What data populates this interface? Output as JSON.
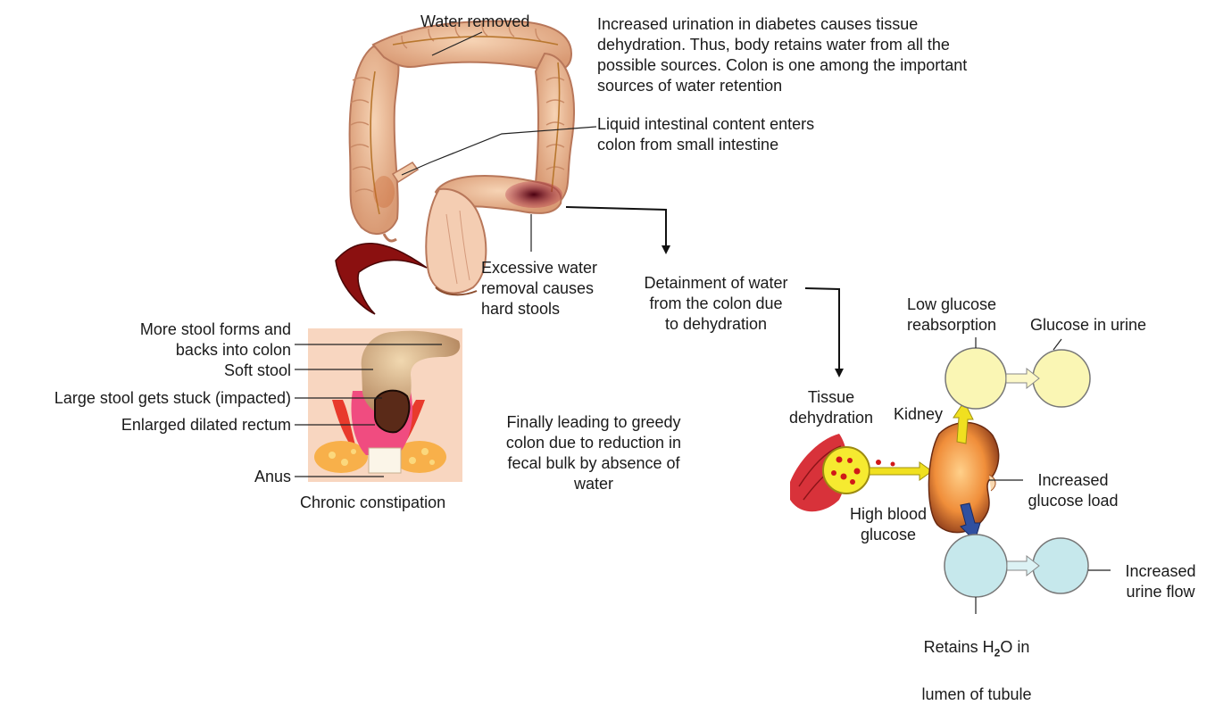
{
  "labels": {
    "water_removed": "Water removed",
    "diabetes_note": "Increased urination in diabetes causes tissue\ndehydration. Thus, body retains water from all the\npossible sources. Colon is one among the important\nsources of water retention",
    "liquid_content": "Liquid intestinal content enters\ncolon from small intestine",
    "excessive_water": "Excessive water\nremoval causes\nhard stools",
    "detainment": "Detainment of water\nfrom the colon due\nto dehydration",
    "more_stool": "More stool forms and\nbacks into colon",
    "soft_stool": "Soft stool",
    "large_stool": "Large stool gets stuck (impacted)",
    "enlarged_rectum": "Enlarged dilated rectum",
    "anus": "Anus",
    "chronic_constipation": "Chronic constipation",
    "greedy_colon": "Finally leading to greedy\ncolon due to reduction in\nfecal bulk by absence of\nwater",
    "low_glucose": "Low glucose\nreabsorption",
    "glucose_urine": "Glucose in urine",
    "tissue_dehydration": "Tissue\ndehydration",
    "kidney": "Kidney",
    "increased_glucose_load": "Increased\nglucose load",
    "high_blood_glucose": "High blood\nglucose",
    "increased_urine_flow": "Increased\nurine flow",
    "retains_prefix": "Retains H",
    "retains_sub": "2",
    "retains_suffix": "O in",
    "retains_line2": "lumen of tubule"
  },
  "colors": {
    "colon": "#e8b48f",
    "colon_edge": "#b8775a",
    "inflamed": "#7a1020",
    "ribbon": "#8b1010",
    "yellow_circle": "#faf6b4",
    "blue_circle": "#c6e8ec",
    "kidney": "#f0a050",
    "blood_vessel": "#d8323a",
    "arrow_yellow": "#f0e020",
    "arrow_blue": "#3050a0"
  }
}
